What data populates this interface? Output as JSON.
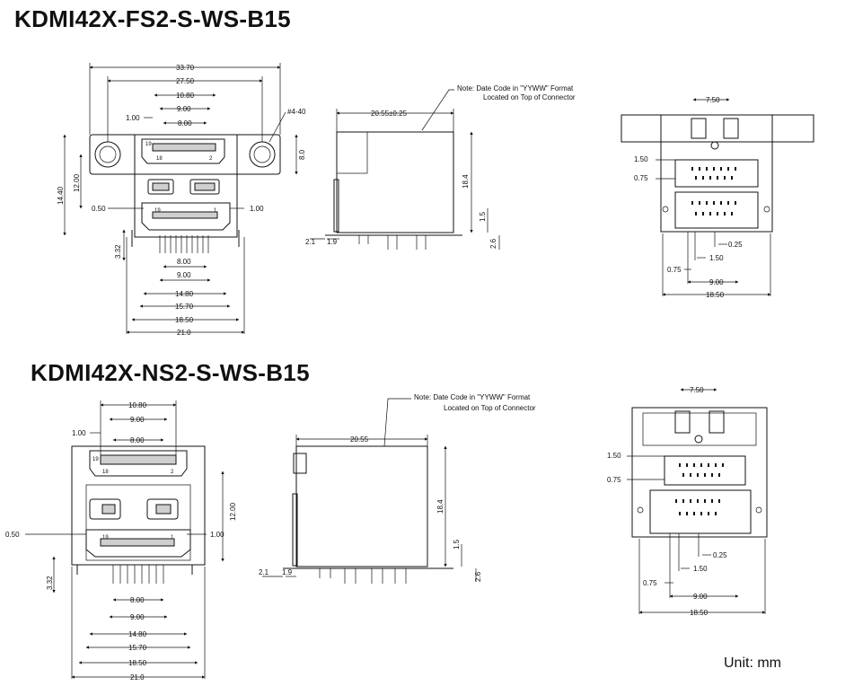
{
  "models": [
    {
      "name": "KDMI42X-FS2-S-WS-B15",
      "front": {
        "top": [
          "33.70",
          "27.50",
          "10.80",
          "9.00",
          "8.00",
          "1.00",
          "#4-40"
        ],
        "left": [
          "14.40",
          "12.00",
          "0.50",
          "3.32"
        ],
        "right": [
          "8.0",
          "1.00"
        ],
        "pins": [
          "19",
          "18",
          "2",
          "19",
          "1"
        ],
        "bottom": [
          "8.00",
          "9.00",
          "14.80",
          "15.70",
          "18.50",
          "21.0"
        ]
      },
      "side": {
        "top": "20.55±0.25",
        "note1": "Note:  Date Code in \"YYWW\" Format",
        "note2": "Located on Top of Connector",
        "right": [
          "18.4",
          "1.5",
          "2.6"
        ],
        "bottom": [
          "2.1",
          "1.9"
        ]
      },
      "back": {
        "top": "7.50",
        "left": [
          "1.50",
          "0.75"
        ],
        "bottom": [
          "0.25",
          "1.50",
          "0.75",
          "9.00",
          "18.50"
        ]
      }
    },
    {
      "name": "KDMI42X-NS2-S-WS-B15",
      "front": {
        "top": [
          "10.80",
          "9.00",
          "8.00",
          "1.00"
        ],
        "left": [
          "0.50",
          "3.32"
        ],
        "right": [
          "12.00",
          "1.00"
        ],
        "pins": [
          "19",
          "18",
          "2",
          "19",
          "1"
        ],
        "bottom": [
          "8.00",
          "9.00",
          "14.80",
          "15.70",
          "18.50",
          "21.0"
        ]
      },
      "side": {
        "top": "20.55",
        "note1": "Note:  Date Code in \"YYWW\" Format",
        "note2": "Located on Top of Connector",
        "right": [
          "18.4",
          "1.5",
          "2.6"
        ],
        "bottom": [
          "2.1",
          "1.9"
        ]
      },
      "back": {
        "top": "7.50",
        "left": [
          "1.50",
          "0.75"
        ],
        "bottom": [
          "0.25",
          "1.50",
          "0.75",
          "9.00",
          "18.50"
        ]
      }
    }
  ],
  "unit_label": "Unit: mm"
}
